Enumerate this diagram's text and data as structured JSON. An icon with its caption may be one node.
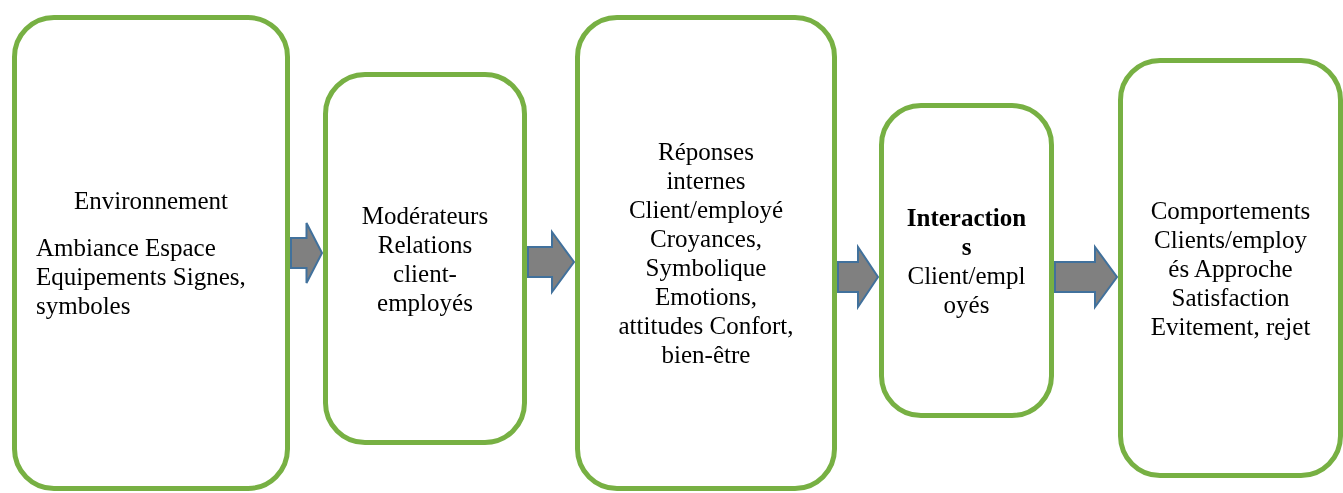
{
  "diagram": {
    "nodes": [
      {
        "text": [
          "Environnement",
          "Ambiance Espace Equipements Signes, symboles"
        ]
      },
      {
        "text": [
          "Modérateurs Relations client-employés"
        ]
      },
      {
        "text": [
          "Réponses internes Client/employé Croyances, Symbolique Emotions, attitudes Confort, bien-être"
        ]
      },
      {
        "text": [
          "**Interactions** Client/employés"
        ]
      },
      {
        "text": [
          "Comportements Clients/employés Approche Satisfaction Evitement, rejet"
        ]
      }
    ],
    "edges": [
      {
        "from": 0,
        "to": 1,
        "arrow": "to"
      },
      {
        "from": 1,
        "to": 2,
        "arrow": "to"
      },
      {
        "from": 2,
        "to": 3,
        "arrow": "to"
      },
      {
        "from": 3,
        "to": 4,
        "arrow": "to"
      }
    ]
  }
}
